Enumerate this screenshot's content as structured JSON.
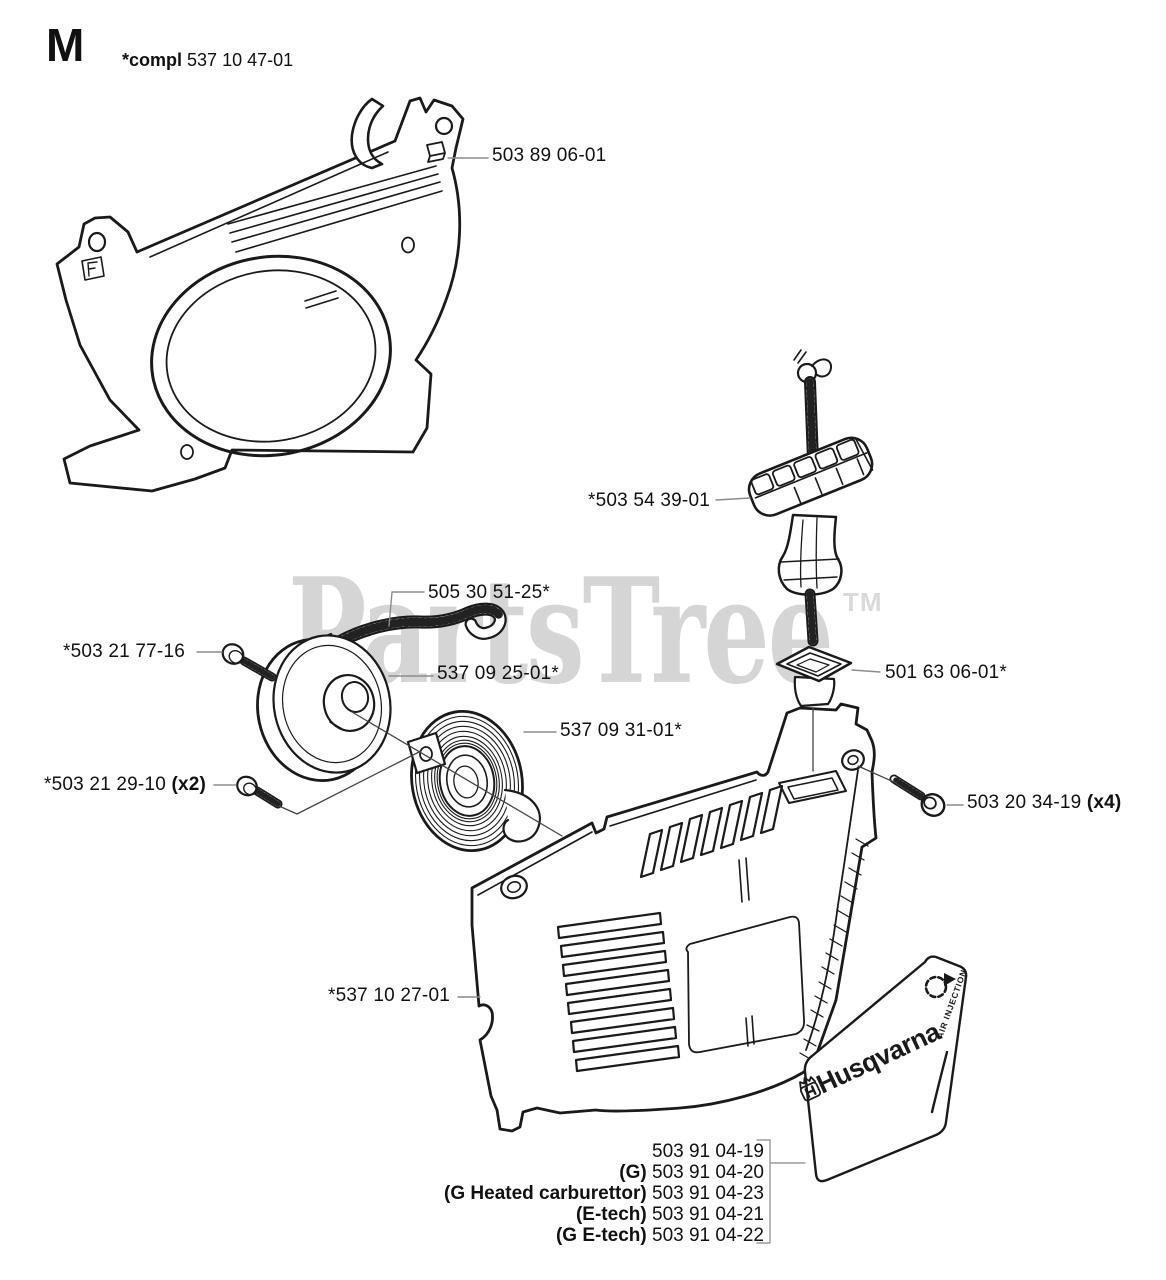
{
  "header": {
    "section_letter": "M",
    "compl_prefix": "*compl",
    "compl_number": "537 10 47-01"
  },
  "watermark": {
    "text": "PartsTree",
    "tm": "TM"
  },
  "parts": {
    "fan_housing": "503 89 06-01",
    "starter_handle": "*503 54 39-01",
    "starter_rope": "505 30 51-25*",
    "pulley_screw": "*503 21 77-16",
    "rope_pulley": "537 09 25-01*",
    "recoil_spring": "537 09 31-01*",
    "rope_guide": "501 63 06-01*",
    "spring_screw": "*503 21 29-10",
    "spring_screw_qty": "(x2)",
    "housing_screw": "503 20 34-19",
    "housing_screw_qty": "(x4)",
    "starter_housing": "*537 10 27-01"
  },
  "variants": {
    "rows": [
      {
        "prefix": "",
        "number": "503 91 04-19"
      },
      {
        "prefix": "(G)",
        "number": "503 91 04-20"
      },
      {
        "prefix": "(G Heated carburettor)",
        "number": "503 91 04-23"
      },
      {
        "prefix": "(E-tech)",
        "number": "503 91 04-21"
      },
      {
        "prefix": "(G E-tech)",
        "number": "503 91 04-22"
      }
    ]
  },
  "decal": {
    "brand": "Husqvarna",
    "feature": "AIR INJECTION"
  },
  "colors": {
    "line": "#1a1a1a",
    "leader": "#8c8c8c",
    "watermark": "#d5d5d5"
  }
}
